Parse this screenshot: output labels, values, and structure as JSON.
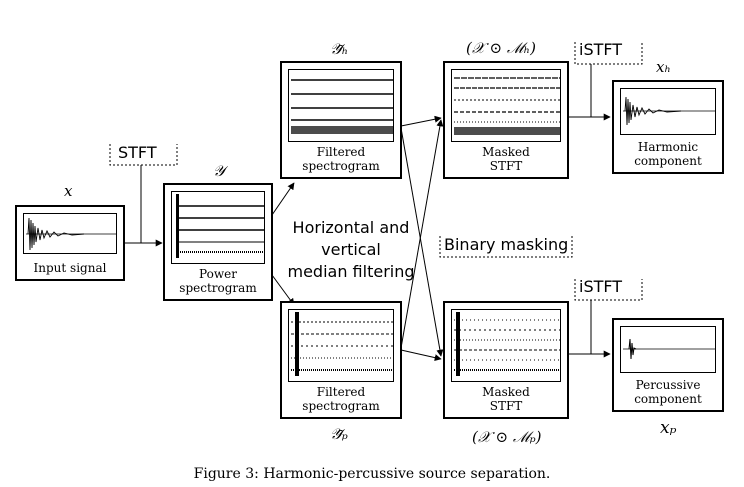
{
  "boxes": {
    "input": {
      "caption": "Input signal",
      "math": "x"
    },
    "power": {
      "caption": "Power\nspectrogram",
      "math": "𝒴"
    },
    "filtered_h": {
      "caption": "Filtered\nspectrogram",
      "math": "𝒴̃ₕ"
    },
    "filtered_p": {
      "caption": "Filtered\nspectrogram",
      "math": "𝒴̃ₚ"
    },
    "masked_h": {
      "caption": "Masked\nSTFT",
      "math": "(𝒳 ⊙ ℳₕ)"
    },
    "masked_p": {
      "caption": "Masked\nSTFT",
      "math": "(𝒳 ⊙ ℳₚ)"
    },
    "harmonic": {
      "caption": "Harmonic\ncomponent",
      "math": "xₕ"
    },
    "percussive": {
      "caption": "Percussive\ncomponent",
      "math": "xₚ"
    }
  },
  "labels": {
    "stft": "STFT",
    "istft_top": "iSTFT",
    "istft_bottom": "iSTFT",
    "median": "Horizontal  and\nvertical\nmedian filtering",
    "binary": "Binary masking"
  },
  "figure_caption": "Figure 3: Harmonic-percussive source separation."
}
